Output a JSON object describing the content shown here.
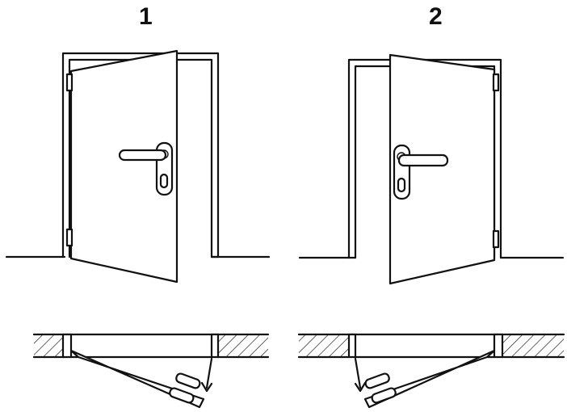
{
  "diagram": {
    "panels": [
      {
        "label": "1",
        "hinge_side": "left",
        "icon": "door-opening-left"
      },
      {
        "label": "2",
        "hinge_side": "right",
        "icon": "door-opening-right"
      }
    ],
    "colors": {
      "line": "#111111",
      "background": "#ffffff"
    }
  }
}
